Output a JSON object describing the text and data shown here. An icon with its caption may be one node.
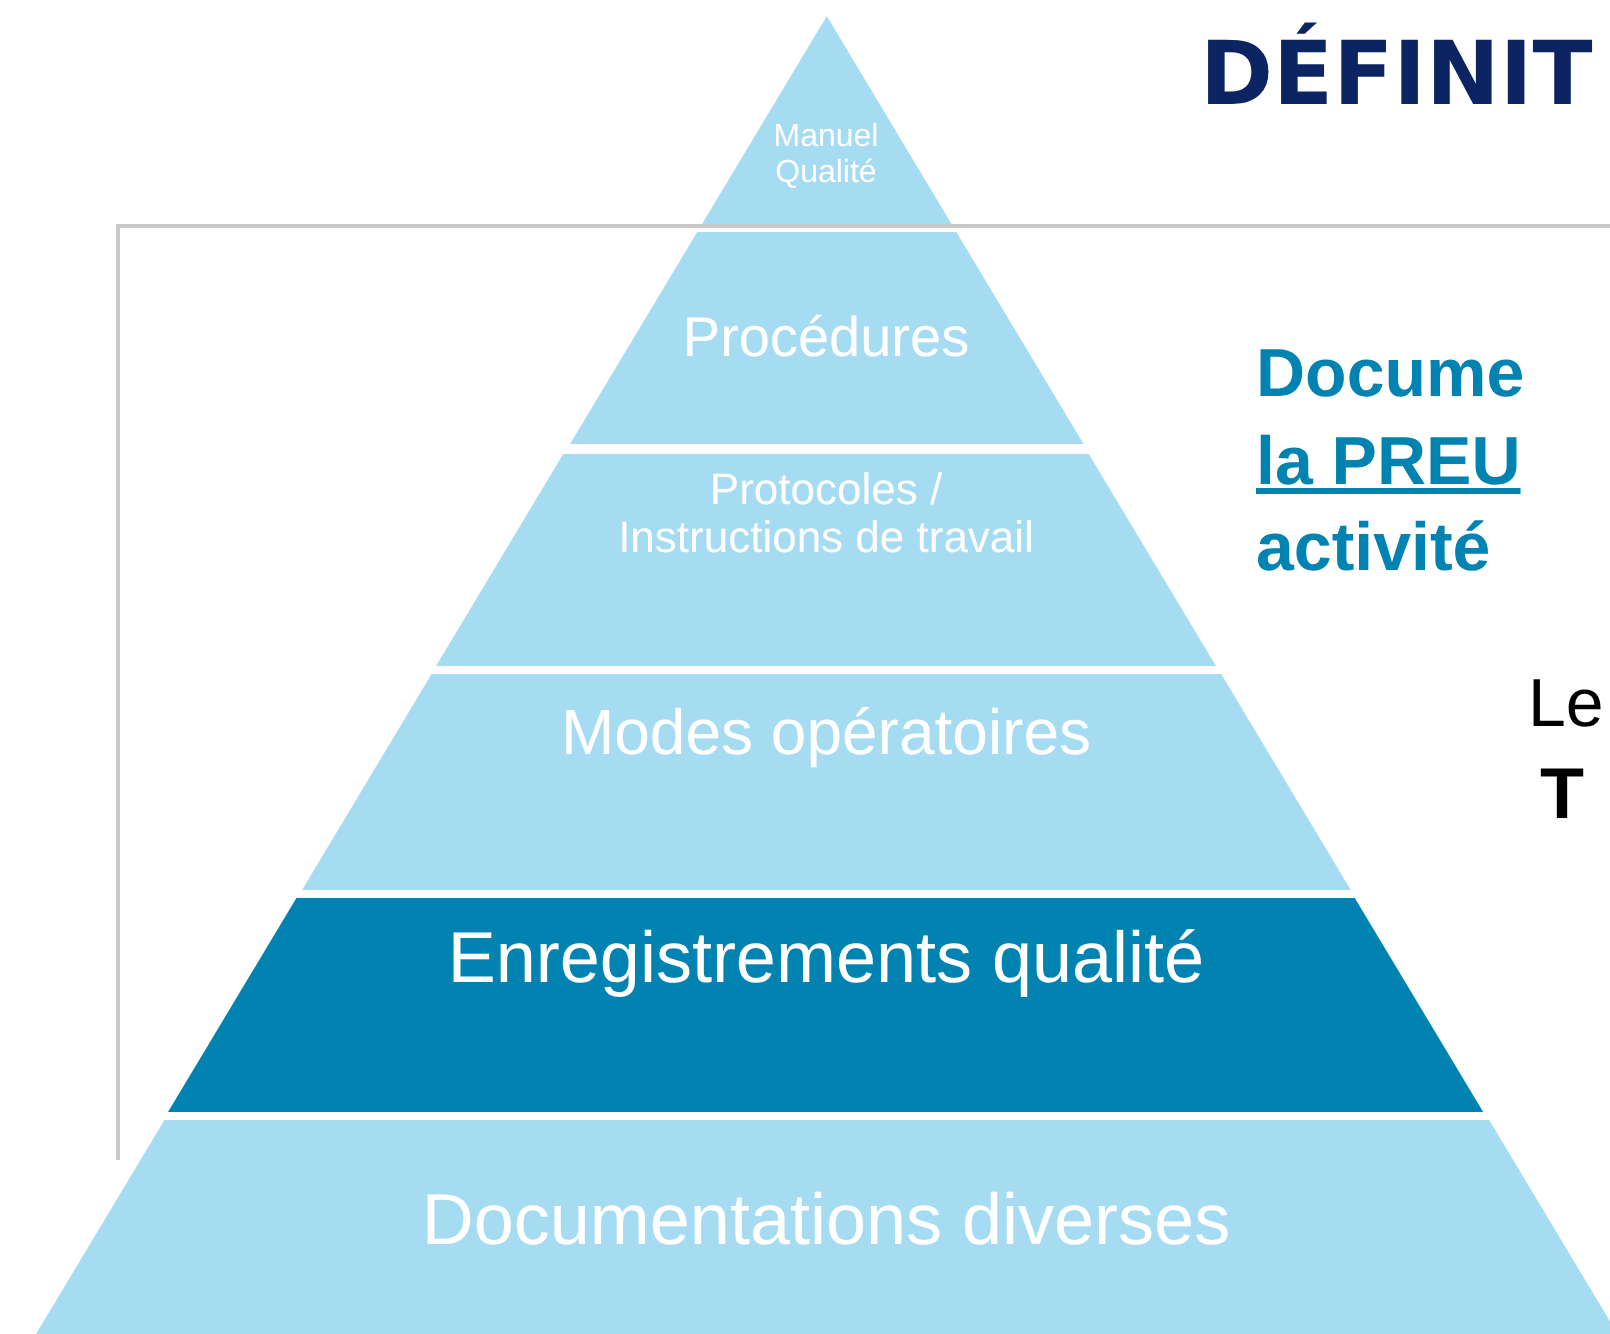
{
  "diagram": {
    "title": "DÉFINIT",
    "nodes": [
      {
        "text": [
          "Manuel Qualité"
        ]
      },
      {
        "text": [
          "Procédures"
        ]
      },
      {
        "text": [
          "Protocoles / Instructions de travail"
        ]
      },
      {
        "text": [
          "Modes opératoires"
        ]
      },
      {
        "text": [
          "Enregistrements qualité"
        ]
      },
      {
        "text": [
          "Documentations diverses"
        ]
      }
    ],
    "edges": [],
    "labels": [
      "Docume",
      "la PREU",
      "activité",
      "Le",
      "T"
    ]
  }
}
